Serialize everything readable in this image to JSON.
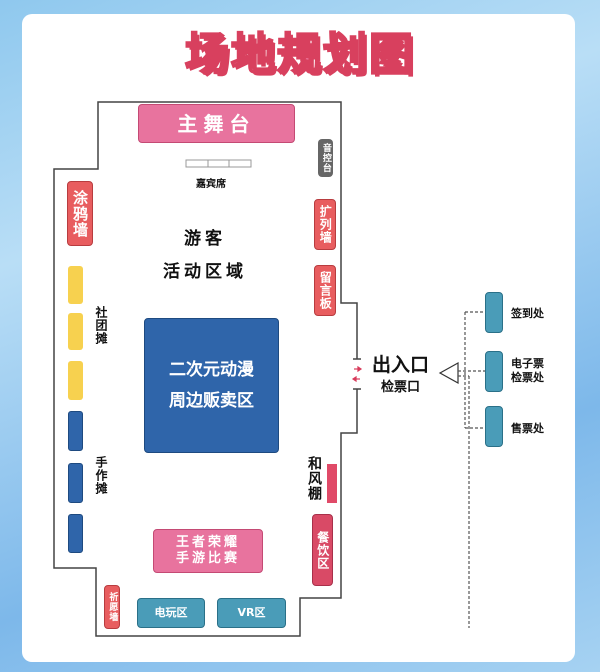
{
  "title": "场地规划图",
  "zones": {
    "main_stage": "主舞台",
    "guest_seats": "嘉宾席",
    "sound_console": "音控台",
    "graffiti_wall": "涂鸦墙",
    "friend_wall": "扩列墙",
    "message_board": "留言板",
    "visitor_area_line1": "游客",
    "visitor_area_line2": "活动区域",
    "club_booths": "社团摊",
    "acg_line1": "二次元动漫",
    "acg_line2": "周边贩卖区",
    "handmade_booths": "手作摊",
    "wafu_tent": "和风棚",
    "dining": "餐饮区",
    "hok_line1": "王者荣耀",
    "hok_line2": "手游比赛",
    "wish_wall": "祈愿墙",
    "arcade": "电玩区",
    "vr": "VR区"
  },
  "entrance": {
    "title": "出入口",
    "subtitle": "检票口"
  },
  "booths": [
    {
      "label": "签到处"
    },
    {
      "label": "电子票\n检票处"
    },
    {
      "label": "售票处"
    }
  ],
  "colors": {
    "pink": "#e8739e",
    "red": "#e85d5f",
    "blue": "#2f65aa",
    "teal": "#4a9cb8",
    "yellow": "#f7d14f"
  }
}
